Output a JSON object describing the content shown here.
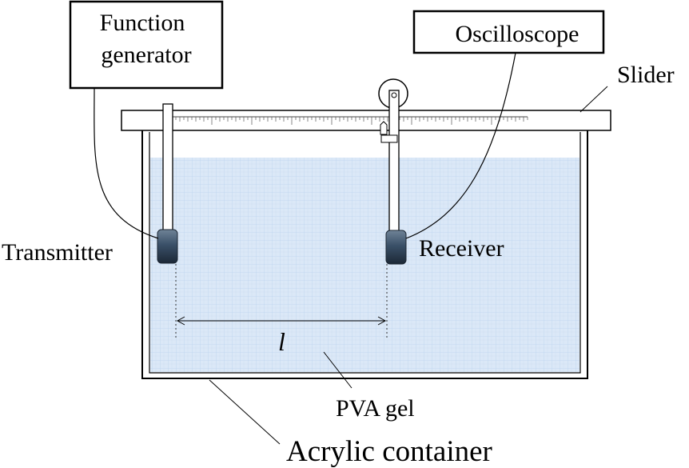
{
  "labels": {
    "function_generator_line1": "Function",
    "function_generator_line2": "generator",
    "oscilloscope": "Oscilloscope",
    "slider": "Slider",
    "transmitter": "Transmitter",
    "receiver": "Receiver",
    "distance": "l",
    "gel": "PVA gel",
    "container": "Acrylic container"
  },
  "colors": {
    "gel_fill": "#dbe8f7",
    "gel_grid": "#bcd3ee",
    "transducer": "#3a5068",
    "line": "#000000"
  }
}
